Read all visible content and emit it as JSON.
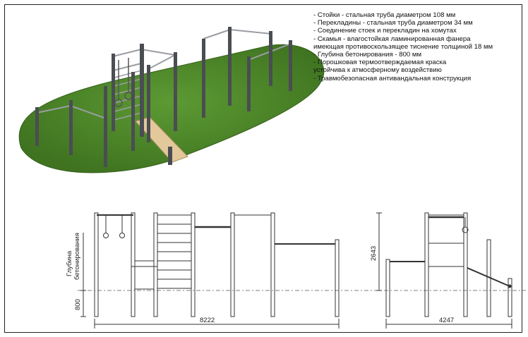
{
  "specs": [
    "- Стойки - стальная труба диаметром 108 мм",
    "- Перекладины - стальная труба диаметром 34 мм",
    "- Соединение стоек и перекладин на хомутах",
    "- Скамья - влагостойкая ламинированная фанера",
    "имеющая противоскользящее тиснение толщиной 18 мм",
    "- Глубина бетонирования - 800 мм",
    "- Порошковая термоотверждаемая краска",
    "устойчива к атмосферному воздействию",
    "- Травмобезопасная антивандальная конструкция"
  ],
  "front_view": {
    "depth_label_line1": "Глубина",
    "depth_label_line2": "бетонирования",
    "depth_value": "800",
    "width_value": "8222"
  },
  "side_view": {
    "height_value": "2643",
    "width_value": "4247"
  },
  "colors": {
    "grass": "#4f8a2a",
    "grass_dark": "#3c6e1e",
    "post": "#4a4d52",
    "bar": "#8a8d92",
    "board": "#e2c89a"
  }
}
